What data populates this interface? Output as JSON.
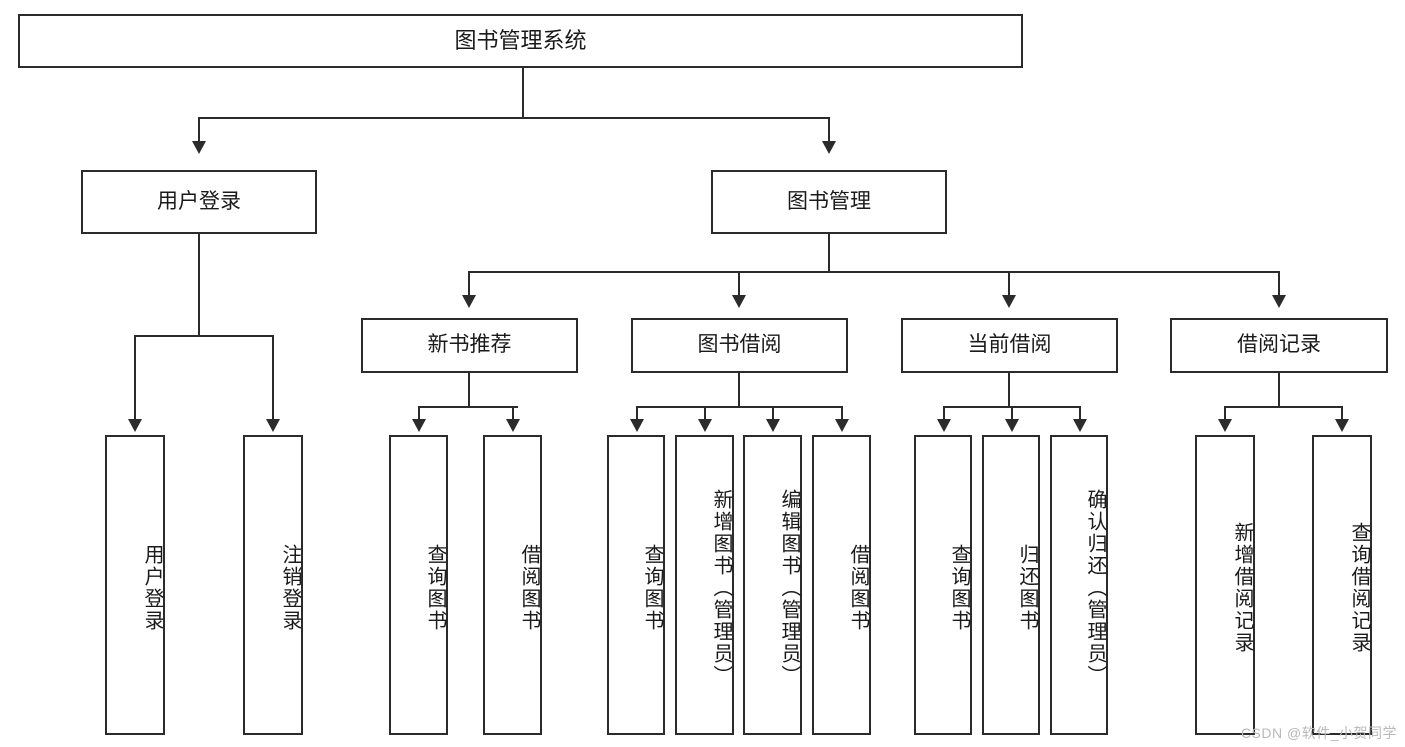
{
  "diagram": {
    "type": "tree-hierarchy",
    "title": "图书管理系统",
    "levels": 4,
    "root": {
      "id": "root",
      "label": "图书管理系统"
    },
    "level2": [
      {
        "id": "user-login",
        "label": "用户登录"
      },
      {
        "id": "book-management",
        "label": "图书管理"
      }
    ],
    "level3": [
      {
        "id": "new-book-recommend",
        "label": "新书推荐",
        "parent": "book-management"
      },
      {
        "id": "book-borrow",
        "label": "图书借阅",
        "parent": "book-management"
      },
      {
        "id": "current-borrow",
        "label": "当前借阅",
        "parent": "book-management"
      },
      {
        "id": "borrow-record",
        "label": "借阅记录",
        "parent": "book-management"
      }
    ],
    "leaves": {
      "user_login": [
        {
          "id": "leaf-user-login",
          "label": "用户登录"
        },
        {
          "id": "leaf-user-logout",
          "label": "注销登录"
        }
      ],
      "new_book_recommend": [
        {
          "id": "leaf-query-book-1",
          "label": "查询图书"
        },
        {
          "id": "leaf-borrow-book-1",
          "label": "借阅图书"
        }
      ],
      "book_borrow": [
        {
          "id": "leaf-query-book-2",
          "label": "查询图书"
        },
        {
          "id": "leaf-add-book",
          "label": "新增图书（管理员）"
        },
        {
          "id": "leaf-edit-book",
          "label": "编辑图书（管理员）"
        },
        {
          "id": "leaf-borrow-book-2",
          "label": "借阅图书"
        }
      ],
      "current_borrow": [
        {
          "id": "leaf-query-book-3",
          "label": "查询图书"
        },
        {
          "id": "leaf-return-book",
          "label": "归还图书"
        },
        {
          "id": "leaf-confirm-return",
          "label": "确认归还（管理员）"
        }
      ],
      "borrow_record": [
        {
          "id": "leaf-add-record",
          "label": "新增借阅记录"
        },
        {
          "id": "leaf-query-record",
          "label": "查询借阅记录"
        }
      ]
    }
  },
  "watermark": {
    "text": "CSDN @软件_小贺同学"
  },
  "colors": {
    "stroke": "#2b2b2b",
    "fill": "#ffffff",
    "text": "#1a1a1a",
    "watermark": "#b9b9b9"
  }
}
